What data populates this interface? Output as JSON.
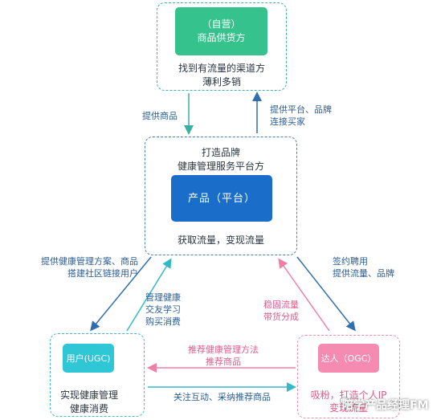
{
  "top": {
    "box_line1": "（自营）",
    "box_line2": "商品供货方",
    "caption_line1": "找到有流量的渠道方",
    "caption_line2": "薄利多销"
  },
  "center": {
    "header_line1": "打造品牌",
    "header_line2": "健康管理服务平台方",
    "box": "产品（平台）",
    "caption": "获取流量，变现流量"
  },
  "left": {
    "box": "用户(UGC)",
    "caption_line1": "实现健康管理",
    "caption_line2": "健康消费"
  },
  "right": {
    "box": "达人（OGC）",
    "caption_line1": "吸粉，打造个人IP",
    "caption_line2": "变现流量"
  },
  "edges": {
    "top_to_center": "提供商品",
    "center_to_top_line1": "提供平台、品牌",
    "center_to_top_line2": "连接买家",
    "center_to_left_line1": "提供健康管理方案、商品",
    "center_to_left_line2": "搭建社区链接用户",
    "left_to_center_line1": "管理健康",
    "left_to_center_line2": "交友学习",
    "left_to_center_line3": "购买消费",
    "center_to_right_line1": "签约聘用",
    "center_to_right_line2": "提供流量、品牌",
    "right_to_center_line1": "稳固流量",
    "right_to_center_line2": "带货分成",
    "right_to_left_line1": "推荐健康管理方法",
    "right_to_left_line2": "推荐商品",
    "left_to_right": "关注互动、采纳推荐商品"
  },
  "watermark": "陪学产品经理FM",
  "colors": {
    "green_box": "#35c28c",
    "blue_box": "#1a6dc8",
    "cyan_box": "#2fc6d6",
    "pink_box": "#f58bb0"
  }
}
